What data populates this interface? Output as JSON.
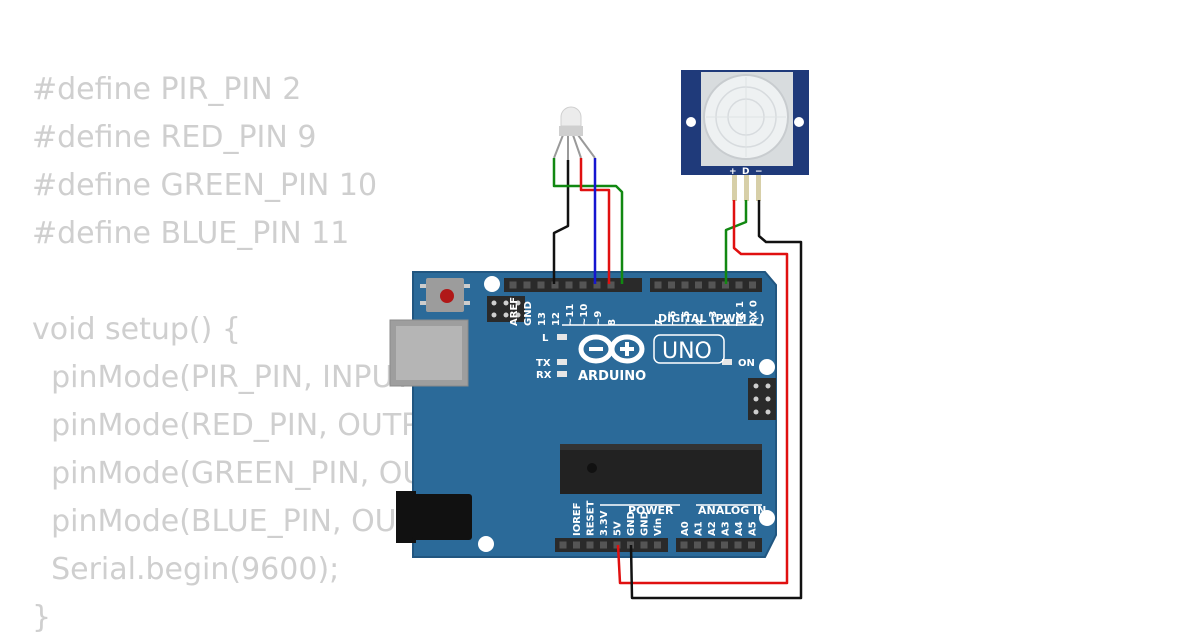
{
  "code_lines": [
    "#define PIR_PIN 2",
    "#define RED_PIN 9",
    "#define GREEN_PIN 10",
    "#define BLUE_PIN 11",
    "",
    "void setup() {",
    "  pinMode(PIR_PIN, INPUT);",
    "  pinMode(RED_PIN, OUTPUT);",
    "  pinMode(GREEN_PIN, OUTPUT);",
    "  pinMode(BLUE_PIN, OUTPUT);",
    "  Serial.begin(9600);",
    "}"
  ],
  "board": {
    "brand": "ARDUINO",
    "model": "UNO",
    "digital_label": "DIGITAL (PWM ~)",
    "power_label": "POWER",
    "analog_label": "ANALOG IN",
    "on_label": "ON",
    "led_l": "L",
    "led_tx": "TX",
    "led_rx": "RX",
    "pins_left": [
      "AREF",
      "GND",
      "13",
      "12",
      "~11",
      "~10",
      "~9",
      "8"
    ],
    "pins_right": [
      "7",
      "~6",
      "~5",
      "4",
      "~3",
      "2",
      "TX 1",
      "RX 0"
    ],
    "power_pins": [
      "IOREF",
      "RESET",
      "3.3V",
      "5V",
      "GND",
      "GND",
      "Vin"
    ],
    "analog_pins": [
      "A0",
      "A1",
      "A2",
      "A3",
      "A4",
      "A5"
    ]
  },
  "pir_sensor": {
    "pins": [
      "+",
      "D",
      "−"
    ]
  },
  "colors": {
    "board": "#2b6a99",
    "pir": "#1f3a7a",
    "wire_red": "#e01010",
    "wire_green": "#118811",
    "wire_blue": "#1515d0",
    "wire_black": "#111111"
  }
}
